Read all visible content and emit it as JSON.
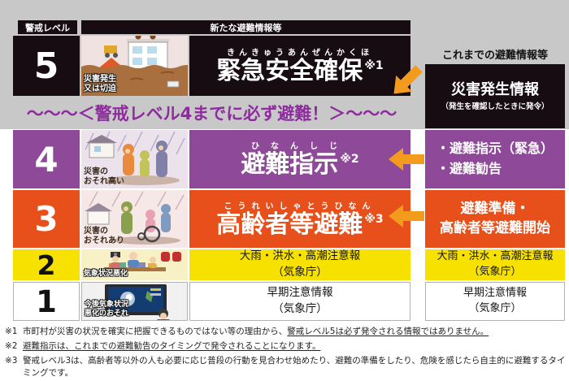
{
  "colors": {
    "background": "#ffffff",
    "gray_band": "#c8c8c8",
    "level5_black": "#160c12",
    "level4_purple": "#8e4a99",
    "level3_orange_red": "#e8501b",
    "level2_yellow": "#f6e100",
    "level1_white": "#ffffff",
    "banner_text_purple": "#8e2b9e",
    "arrow_orange": "#f29b1d"
  },
  "icons": {
    "arrow_up_left": "diagonal-up-left-arrow",
    "arrow_left": "left-arrow",
    "level5_illustration": "flooded-building-scene",
    "level4_illustration": "people-evacuating-in-rain",
    "level3_illustration": "elderly-wheelchair-evacuation",
    "level2_illustration": "family-preparing-emergency-kit",
    "level1_illustration": "tv-weather-forecast"
  },
  "header": {
    "alert_level": "警戒レベル",
    "new_info": "新たな避難情報等",
    "previous_info": "これまでの避難情報等"
  },
  "banner": {
    "text": "〜〜〜＜警戒レベル4までに必ず避難！＞〜〜〜"
  },
  "levels": [
    {
      "number": "5",
      "caption1": "災害発生",
      "caption2": "又は切迫",
      "furigana": "きんきゅうあんぜんかくほ",
      "label": "緊急安全確保",
      "note_ref": "※1"
    },
    {
      "number": "4",
      "caption1": "災害の",
      "caption2": "おそれ高い",
      "furigana": "ひなんしじ",
      "label": "避難指示",
      "note_ref": "※2"
    },
    {
      "number": "3",
      "caption1": "災害の",
      "caption2": "おそれあり",
      "furigana": "こうれいしゃとうひなん",
      "label": "高齢者等避難",
      "note_ref": "※3"
    },
    {
      "number": "2",
      "caption1": "気象状況悪化",
      "caption2": "",
      "label1": "大雨・洪水・高潮注意報",
      "label2": "（気象庁）"
    },
    {
      "number": "1",
      "caption1": "今後気象状況",
      "caption2": "悪化のおそれ",
      "label1": "早期注意情報",
      "label2": "（気象庁）"
    }
  ],
  "previous_column": {
    "level5": {
      "title": "災害発生情報",
      "subtitle": "（発生を確認したときに発令）"
    },
    "level4": {
      "line1": "・避難指示（緊急）",
      "line2": "・避難勧告"
    },
    "level3": {
      "line1": "避難準備・",
      "line2": "高齢者等避難開始"
    },
    "level2": {
      "line1": "大雨・洪水・高潮注意報",
      "line2": "（気象庁）"
    },
    "level1": {
      "line1": "早期注意情報",
      "line2": "（気象庁）"
    }
  },
  "footnotes": [
    {
      "mark": "※1",
      "text": "市町村が災害の状況を確実に把握できるものではない等の理由から、",
      "underlined": "警戒レベル5は必ず発令される情報ではありません。"
    },
    {
      "mark": "※2",
      "text": "",
      "underlined": "避難指示は、これまでの避難勧告のタイミングで発令されることになります。"
    },
    {
      "mark": "※3",
      "text": "警戒レベル3は、高齢者等以外の人も必要に応じ普段の行動を見合わせ始めたり、避難の準備をしたり、危険を感じたら自主的に避難するタイミングです。",
      "underlined": ""
    }
  ]
}
